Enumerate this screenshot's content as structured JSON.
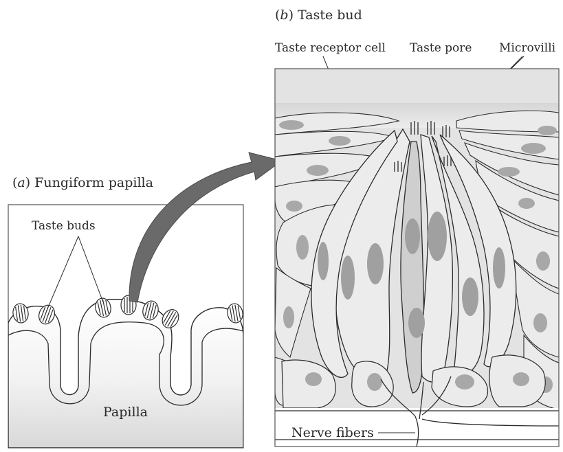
{
  "panel_a": {
    "letter": "a",
    "title": "Fungiform papilla",
    "taste_buds_label": "Taste buds",
    "papilla_label": "Papilla"
  },
  "panel_b": {
    "letter": "b",
    "title": "Taste bud",
    "receptor_label": "Taste receptor cell",
    "pore_label": "Taste pore",
    "microvilli_label": "Microvilli",
    "nerve_label": "Nerve fibers"
  },
  "colors": {
    "outline": "#2b2b2b",
    "cell_fill": "#ebebeb",
    "cytoplasm": "#dcdcdc",
    "nucleus": "#a8a8a8",
    "tissue_dark": "#6b6b6b",
    "arrow": "#6a6a6a"
  }
}
